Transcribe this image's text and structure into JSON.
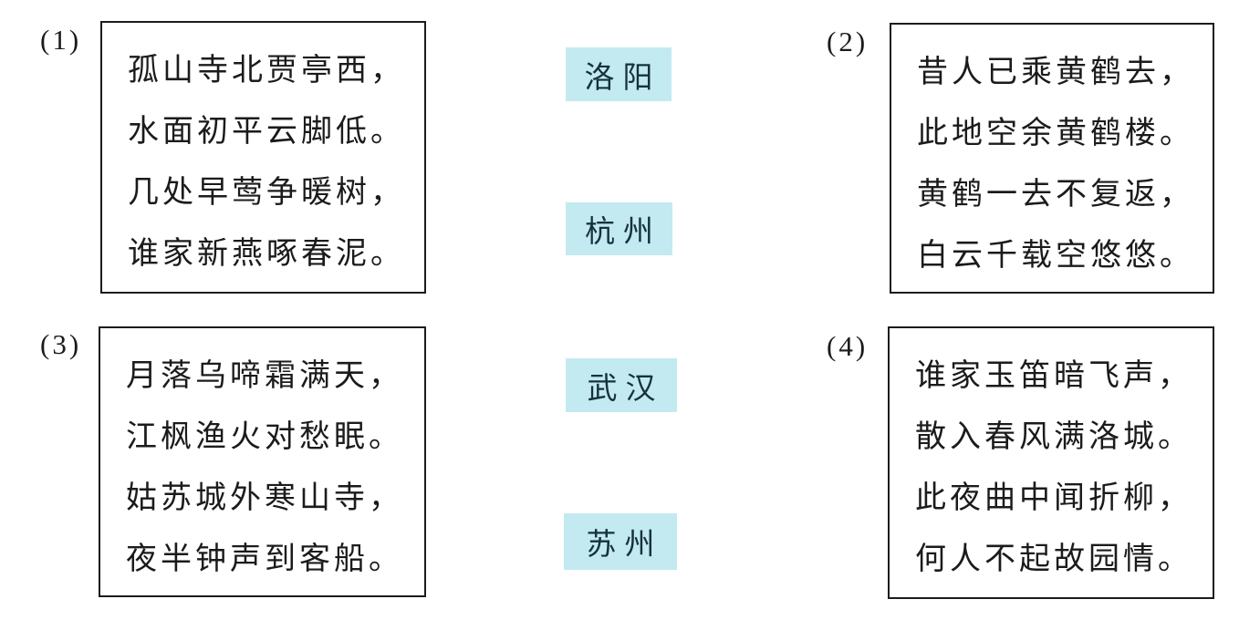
{
  "colors": {
    "background": "#ffffff",
    "box_border": "#1c1c1c",
    "poem_text": "#1b1b1b",
    "chip_background": "#c2eaf0",
    "chip_text": "#17313e"
  },
  "poems": [
    {
      "number": "(1)",
      "lines": [
        "孤山寺北贾亭西，",
        "水面初平云脚低。",
        "几处早莺争暖树，",
        "谁家新燕啄春泥。"
      ]
    },
    {
      "number": "(2)",
      "lines": [
        "昔人已乘黄鹤去，",
        "此地空余黄鹤楼。",
        "黄鹤一去不复返，",
        "白云千载空悠悠。"
      ]
    },
    {
      "number": "(3)",
      "lines": [
        "月落乌啼霜满天，",
        "江枫渔火对愁眠。",
        "姑苏城外寒山寺，",
        "夜半钟声到客船。"
      ]
    },
    {
      "number": "(4)",
      "lines": [
        "谁家玉笛暗飞声，",
        "散入春风满洛城。",
        "此夜曲中闻折柳，",
        "何人不起故园情。"
      ]
    }
  ],
  "cities": [
    {
      "label": "洛阳"
    },
    {
      "label": "杭州"
    },
    {
      "label": "武汉"
    },
    {
      "label": "苏州"
    }
  ]
}
